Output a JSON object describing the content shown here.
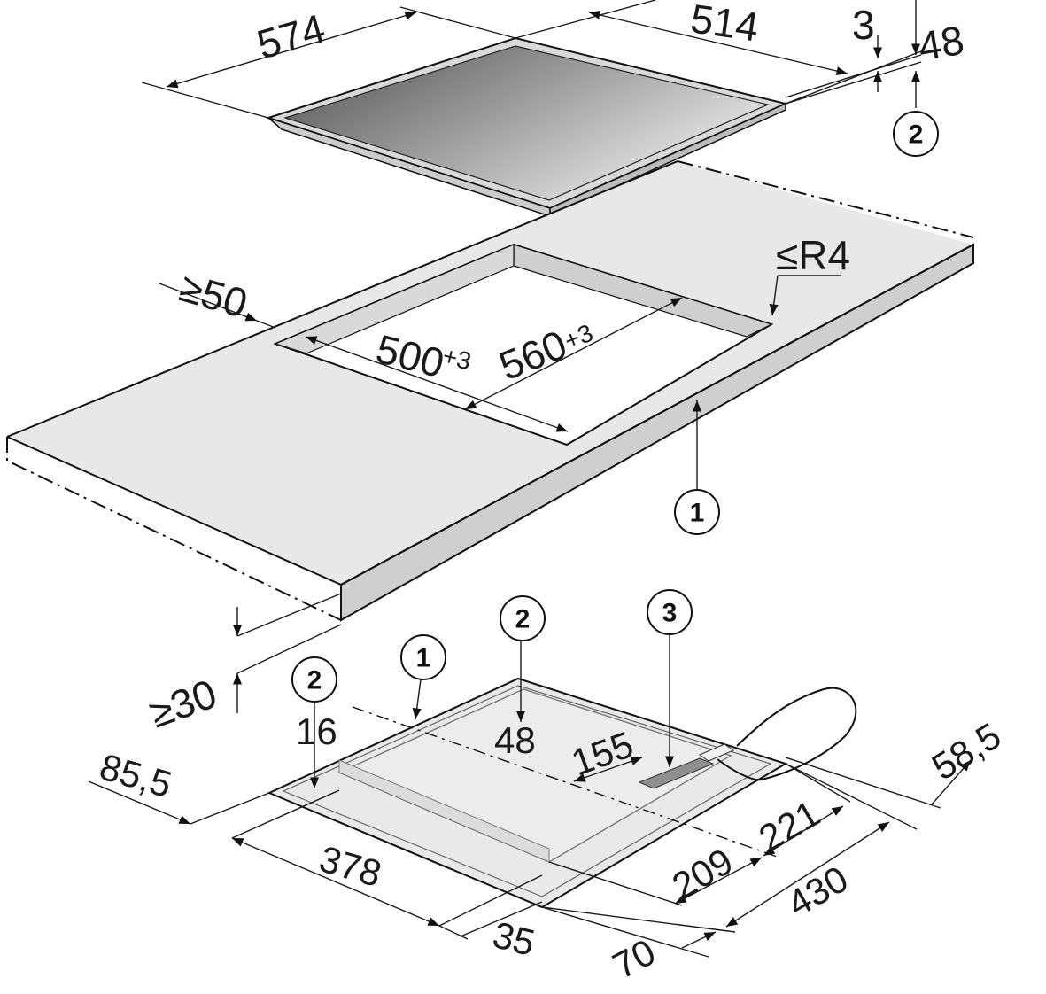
{
  "hob_top": {
    "width_label": "574",
    "depth_label": "514",
    "glass_thickness_label": "3",
    "height_label": "48",
    "callout_2": "2"
  },
  "worktop": {
    "edge_distance_label": "≥50",
    "cutout_width_base": "500",
    "cutout_width_tol": "+3",
    "cutout_depth_base": "560",
    "cutout_depth_tol": "+3",
    "corner_radius_label": "≤R4",
    "callout_1": "1",
    "thickness_label": "≥30"
  },
  "hob_bottom": {
    "callout_2_left": "2",
    "callout_1": "1",
    "callout_2_center": "2",
    "callout_3": "3",
    "dim_16": "16",
    "dim_48": "48",
    "dim_155": "155",
    "dim_85_5": "85,5",
    "dim_378": "378",
    "dim_35": "35",
    "dim_70": "70",
    "dim_209": "209",
    "dim_221": "221",
    "dim_430": "430",
    "dim_58_5": "58,5"
  },
  "colors": {
    "worktop_fill": "#e8e8e8",
    "worktop_edge": "#cfcfcf",
    "hob_glass_dark": "#5a5a5a",
    "hob_glass_light": "#e6e6e6",
    "underside_fill": "#e9e9e9",
    "line": "#1a1a1a"
  }
}
